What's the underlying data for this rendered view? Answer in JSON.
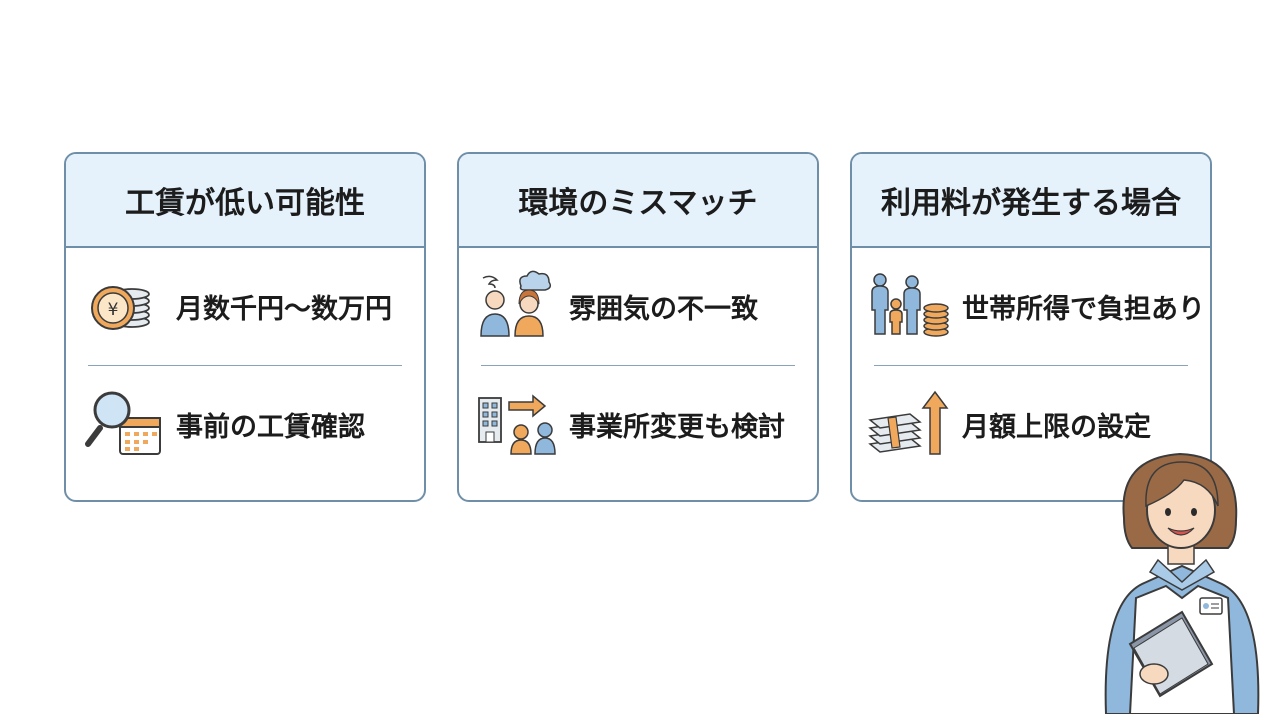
{
  "cards": [
    {
      "title": "工賃が低い可能性",
      "items": [
        {
          "label": "月数千円〜数万円",
          "icon": "yen-coins-icon"
        },
        {
          "label": "事前の工賃確認",
          "icon": "magnifier-calendar-icon"
        }
      ]
    },
    {
      "title": "環境のミスマッチ",
      "items": [
        {
          "label": "雰囲気の不一致",
          "icon": "troubled-people-icon"
        },
        {
          "label": "事業所変更も検討",
          "icon": "building-transfer-icon"
        }
      ]
    },
    {
      "title": "利用料が発生する場合",
      "items": [
        {
          "label": "世帯所得で負担あり",
          "icon": "family-coins-icon"
        },
        {
          "label": "月額上限の設定",
          "icon": "money-stack-arrow-icon"
        }
      ]
    }
  ],
  "mascot": {
    "icon": "staff-woman-illustration"
  },
  "colors": {
    "card_border": "#6f8fa8",
    "header_bg": "#e5f2fb",
    "accent_orange": "#f0a95c",
    "accent_blue": "#8fb8dc"
  }
}
